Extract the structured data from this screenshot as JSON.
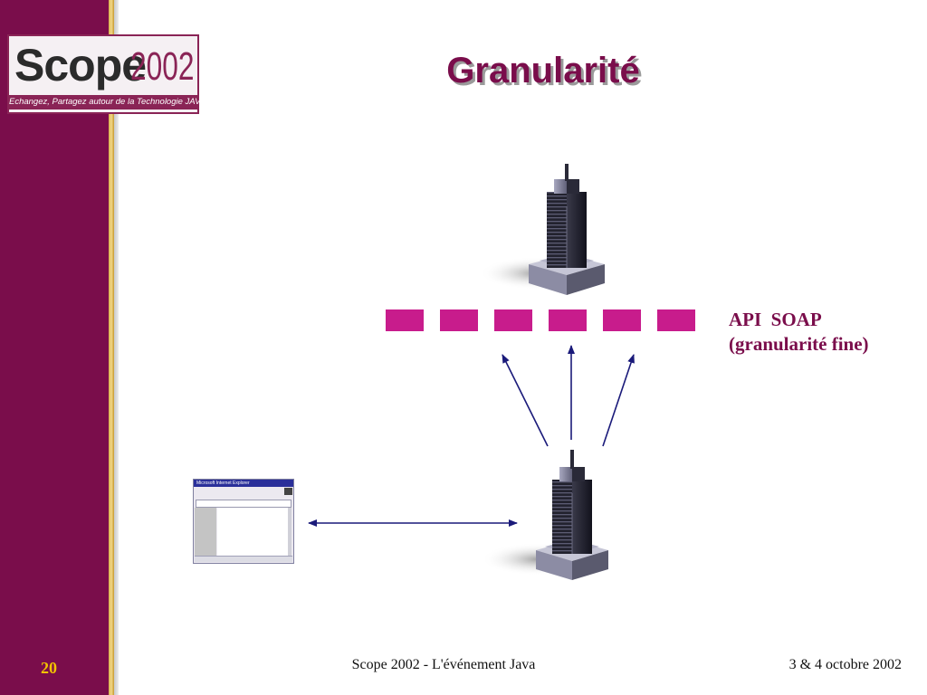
{
  "slide": {
    "title": "Granularité",
    "page_number": "20",
    "footer_center": "Scope 2002 - L'événement Java",
    "footer_right": "3 & 4 octobre 2002"
  },
  "logo": {
    "word": "Scope",
    "year": "2002",
    "tagline": "Echangez, Partagez autour de la Technologie JAVA"
  },
  "diagram": {
    "api_label": "API  SOAP\n(granularité fine)",
    "browser_title": "Microsoft Internet Explorer",
    "api_block_count": 6
  },
  "colors": {
    "sidebar": "#7a0d4b",
    "title": "#7a0d4b",
    "api_blocks": "#c81c8c",
    "arrows": "#1a1a7a",
    "page_number": "#f2c300"
  }
}
